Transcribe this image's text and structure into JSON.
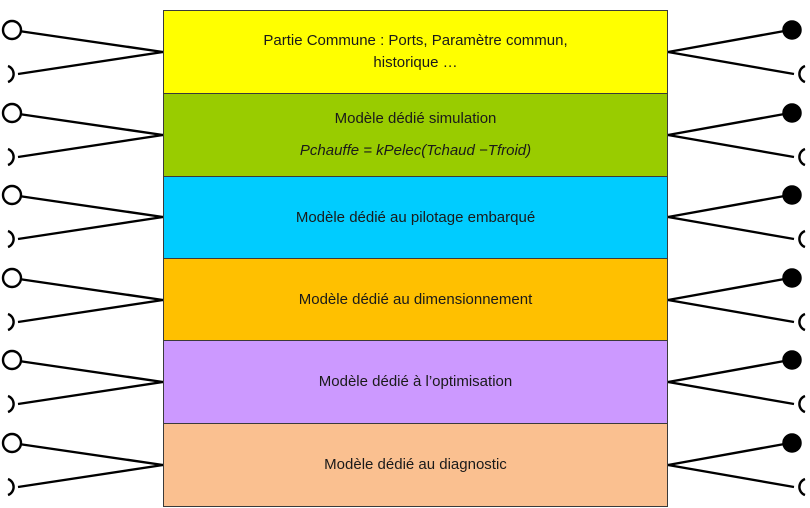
{
  "layers": [
    {
      "lines": [
        "Partie Commune : Ports, Paramètre commun,",
        "historique …"
      ],
      "color": "#ffff00"
    },
    {
      "lines": [
        "Modèle dédié simulation"
      ],
      "formula": "Pchauffe = kPelec(Tchaud −Tfroid)",
      "color": "#99cc00"
    },
    {
      "lines": [
        "Modèle dédié au pilotage embarqué"
      ],
      "color": "#00ccff"
    },
    {
      "lines": [
        "Modèle dédié au dimensionnement"
      ],
      "color": "#ffc000"
    },
    {
      "lines": [
        "Modèle dédié à l’optimisation"
      ],
      "color": "#cc99ff"
    },
    {
      "lines": [
        "Modèle dédié au diagnostic"
      ],
      "color": "#fac090"
    }
  ],
  "connector_color": "#000000",
  "left_ports": "open-circle + open-cup per layer",
  "right_ports": "filled-circle + open-cup per layer"
}
